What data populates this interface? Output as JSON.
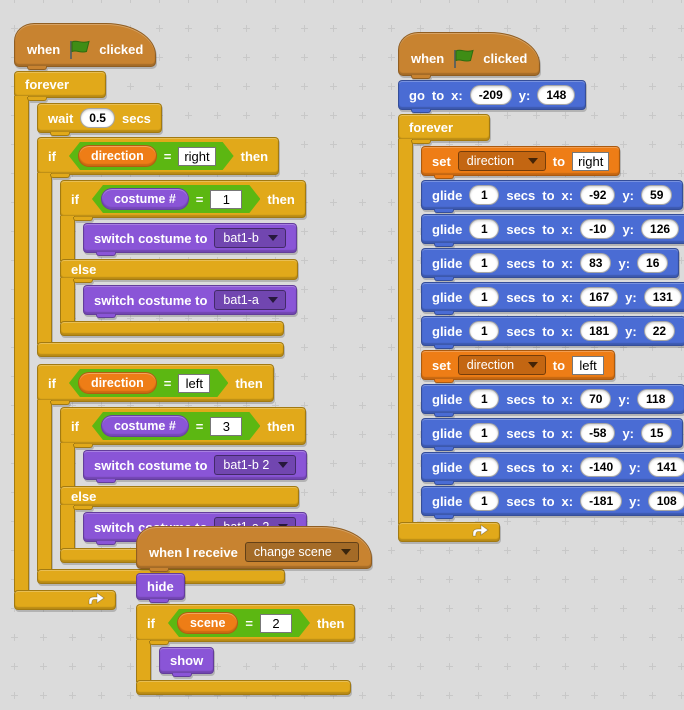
{
  "colors": {
    "events": "#c88330",
    "control": "#e1a91a",
    "motion": "#4a6cd4",
    "looks": "#8a55d7",
    "variables": "#ee7d16",
    "operators": "#5cb712",
    "workspace_bg": "#dbdbdb"
  },
  "common": {
    "when": "when",
    "clicked": "clicked",
    "forever": "forever",
    "if": "if",
    "then": "then",
    "else": "else",
    "eq": "=",
    "wait": "wait",
    "secs": "secs",
    "glide": "glide",
    "to": "to",
    "x": "x:",
    "y": "y:",
    "set": "set",
    "go": "go",
    "switch_costume": "switch costume to"
  },
  "left_script": {
    "wait_value": "0.5",
    "if_right": {
      "variable": "direction",
      "value": "right"
    },
    "if_costume1": {
      "variable": "costume #",
      "value": "1"
    },
    "switch_top_true": "bat1-b",
    "switch_top_false": "bat1-a",
    "if_left": {
      "variable": "direction",
      "value": "left"
    },
    "if_costume3": {
      "variable": "costume #",
      "value": "3"
    },
    "switch_bottom_true": "bat1-b 2",
    "switch_bottom_false": "bat1-a 2"
  },
  "right_script": {
    "goto": {
      "x": "-209",
      "y": "148"
    },
    "set_right": {
      "variable": "direction",
      "value": "right"
    },
    "glides_right": [
      {
        "secs": "1",
        "x": "-92",
        "y": "59"
      },
      {
        "secs": "1",
        "x": "-10",
        "y": "126"
      },
      {
        "secs": "1",
        "x": "83",
        "y": "16"
      },
      {
        "secs": "1",
        "x": "167",
        "y": "131"
      },
      {
        "secs": "1",
        "x": "181",
        "y": "22"
      }
    ],
    "set_left": {
      "variable": "direction",
      "value": "left"
    },
    "glides_left": [
      {
        "secs": "1",
        "x": "70",
        "y": "118"
      },
      {
        "secs": "1",
        "x": "-58",
        "y": "15"
      },
      {
        "secs": "1",
        "x": "-140",
        "y": "141"
      },
      {
        "secs": "1",
        "x": "-181",
        "y": "108"
      }
    ]
  },
  "bottom_script": {
    "receive": "when I receive",
    "broadcast": "change scene",
    "hide": "hide",
    "if_scene": {
      "variable": "scene",
      "value": "2"
    },
    "show": "show"
  }
}
